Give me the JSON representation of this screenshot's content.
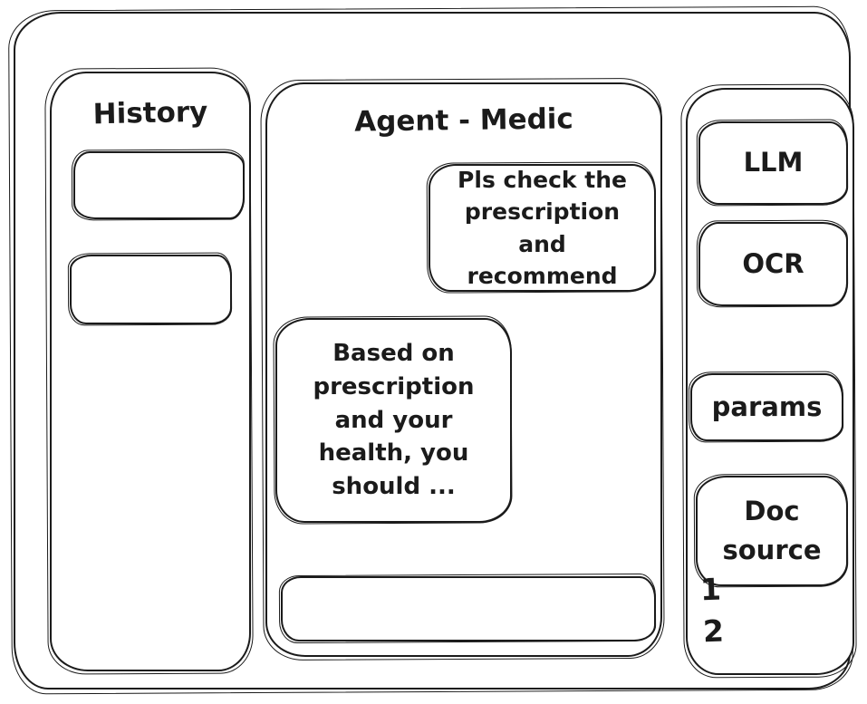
{
  "window": {
    "ink_color": "#1b1b1b",
    "background_color": "#ffffff"
  },
  "history_panel": {
    "title": "History"
  },
  "chat_panel": {
    "title": "Agent - Medic",
    "messages": [
      {
        "role": "user",
        "text": "Pls check the prescription and recommend"
      },
      {
        "role": "agent",
        "text": "Based on prescription and your health, you should ..."
      }
    ],
    "input_value": ""
  },
  "tools_panel": {
    "buttons": [
      {
        "label": "LLM"
      },
      {
        "label": "OCR"
      },
      {
        "label": "params"
      },
      {
        "label": "Doc source"
      }
    ],
    "doc_source_items": [
      {
        "label": "1"
      },
      {
        "label": "2"
      }
    ]
  }
}
